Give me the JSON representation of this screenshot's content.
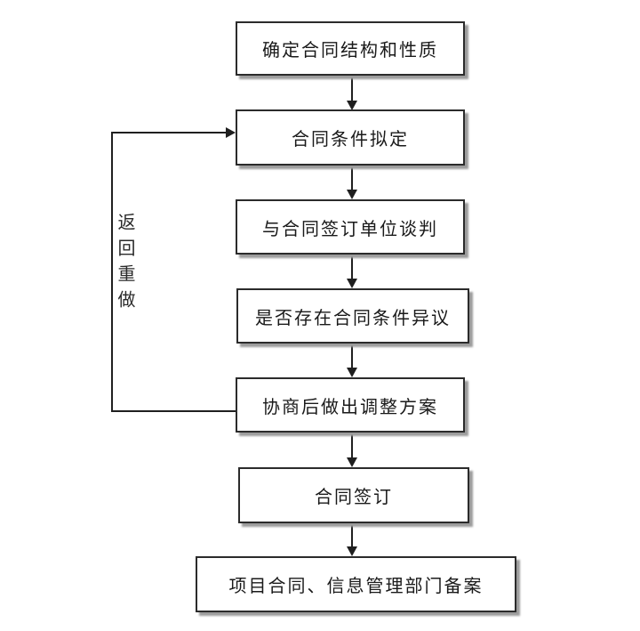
{
  "diagram": {
    "type": "flowchart",
    "direction": "top-down",
    "nodes": [
      {
        "id": "node-1",
        "label": "确定合同结构和性质"
      },
      {
        "id": "node-2",
        "label": "合同条件拟定"
      },
      {
        "id": "node-3",
        "label": "与合同签订单位谈判"
      },
      {
        "id": "node-4",
        "label": "是否存在合同条件异议"
      },
      {
        "id": "node-5",
        "label": "协商后做出调整方案"
      },
      {
        "id": "node-6",
        "label": "合同签订"
      },
      {
        "id": "node-7",
        "label": "项目合同、信息管理部门备案"
      }
    ],
    "edges": [
      {
        "from": "node-1",
        "to": "node-2"
      },
      {
        "from": "node-2",
        "to": "node-3"
      },
      {
        "from": "node-3",
        "to": "node-4"
      },
      {
        "from": "node-4",
        "to": "node-5"
      },
      {
        "from": "node-5",
        "to": "node-6"
      },
      {
        "from": "node-6",
        "to": "node-7"
      },
      {
        "from": "node-5",
        "to": "node-2",
        "type": "loop-back",
        "label": "返回重做"
      }
    ],
    "loop_label": "返回重做",
    "colors": {
      "background": "#ffffff",
      "box_fill": "#ffffff",
      "box_border": "#2b2b2b",
      "box_shadow": "#9c9c9c",
      "line": "#1f1f1f",
      "text": "#1a1a1a"
    }
  }
}
